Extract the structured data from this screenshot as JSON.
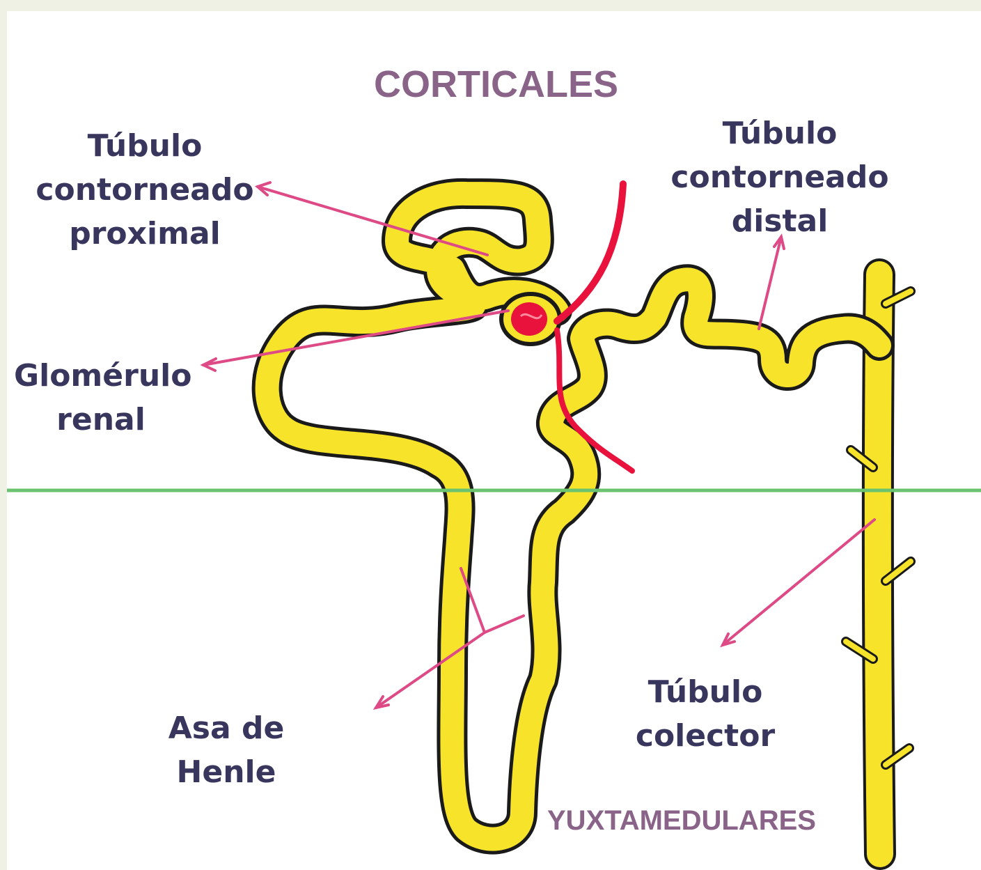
{
  "zones": {
    "top": "CORTICALES",
    "bottom": "YUXTAMEDULARES"
  },
  "labels": {
    "proximal": [
      "Túbulo",
      "contorneado",
      "proximal"
    ],
    "distal": [
      "Túbulo",
      "contorneado",
      "distal"
    ],
    "glomerulo": [
      "Glomérulo",
      "renal"
    ],
    "henle": [
      "Asa de",
      "Henle"
    ],
    "colector": [
      "Túbulo",
      "colector"
    ]
  },
  "colors": {
    "tubule_fill": "#f6e32a",
    "tubule_outline": "#1a1a1a",
    "vessel": "#e8123c",
    "pointer": "#dd4a86",
    "boundary_line": "#6cc36f",
    "label_text": "#39365e",
    "zone_text": "#8a6388"
  }
}
